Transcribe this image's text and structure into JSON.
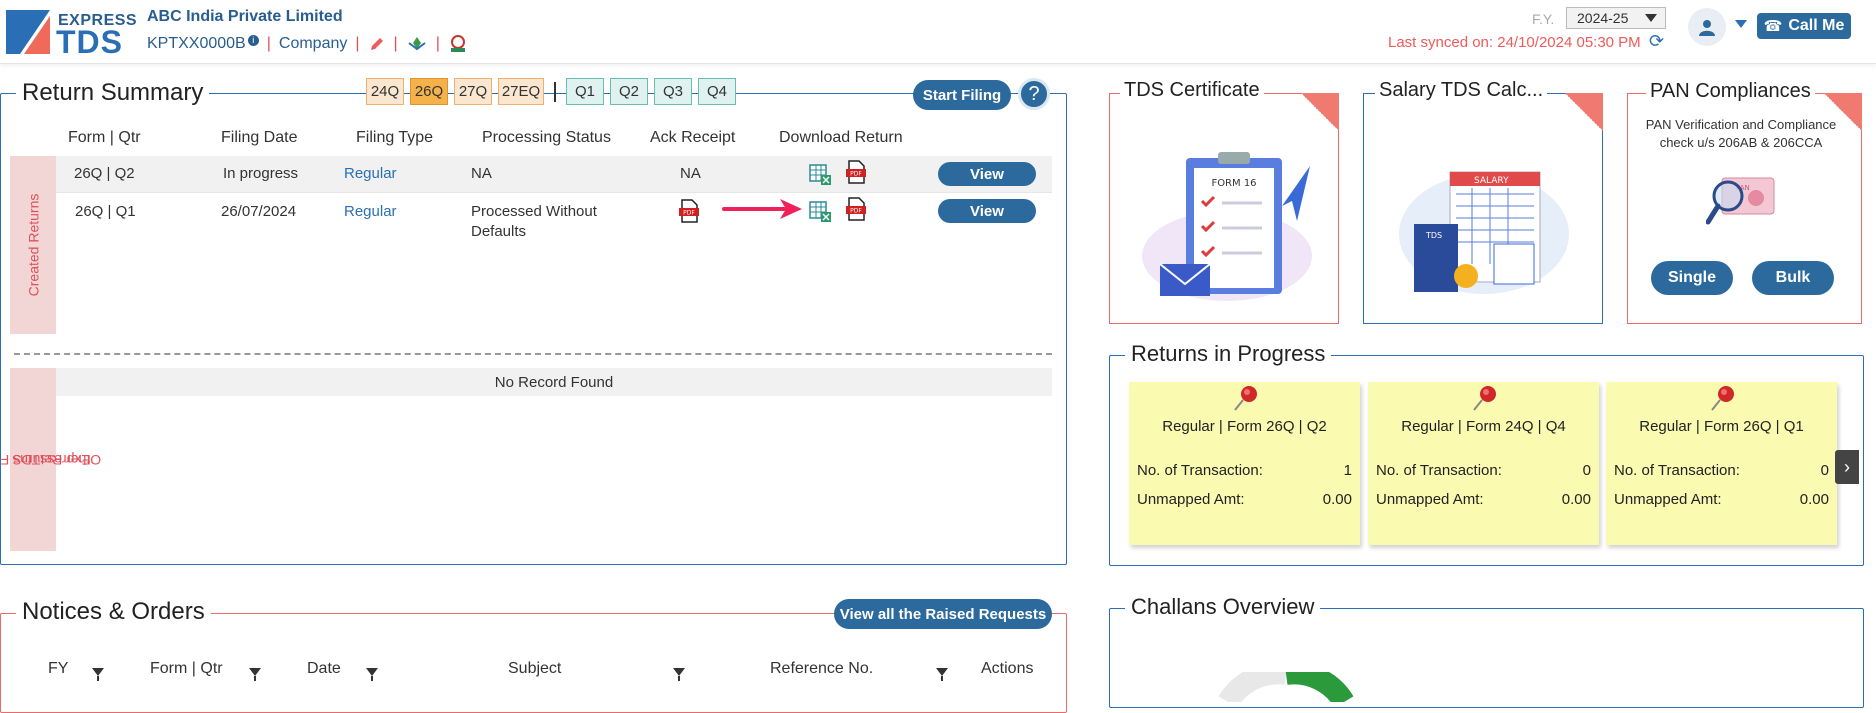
{
  "header": {
    "brand_top": "EXPRESS",
    "brand_bottom": "TDS",
    "company_name": "ABC India Private Limited",
    "tan": "KPTXX0000B",
    "tan_info": "i",
    "entity_type": "Company",
    "sep": "|",
    "fy_label": "F.Y.",
    "fy_value": "2024-25",
    "last_synced": "Last synced on: 24/10/2024 05:30 PM",
    "call_me": "Call Me"
  },
  "return_summary": {
    "title": "Return Summary",
    "form_tabs": [
      "24Q",
      "26Q",
      "27Q",
      "27EQ"
    ],
    "active_form": "26Q",
    "quarter_tabs": [
      "Q1",
      "Q2",
      "Q3",
      "Q4"
    ],
    "start_filing": "Start Filing",
    "help": "?",
    "columns": [
      "Form | Qtr",
      "Filing Date",
      "Filing Type",
      "Processing Status",
      "Ack Receipt",
      "Download Return"
    ],
    "created_label": "Created Returns",
    "rows": [
      {
        "form_qtr": "26Q | Q2",
        "filing_date": "In progress",
        "filing_type": "Regular",
        "status": "NA",
        "ack": "NA",
        "view": "View"
      },
      {
        "form_qtr": "26Q | Q1",
        "filing_date": "26/07/2024",
        "filing_type": "Regular",
        "status_line1": "Processed Without",
        "status_line2": "Defaults",
        "view": "View"
      }
    ],
    "other_label_line1": "Other Returns Filed outside",
    "other_label_line2": "ExpressTDS",
    "no_record": "No Record Found"
  },
  "cards": {
    "tds_certificate": {
      "title": "TDS Certificate",
      "form_label": "FORM 16"
    },
    "salary_tds": {
      "title": "Salary TDS Calc...",
      "salary_label": "SALARY",
      "tds_label": "TDS"
    },
    "pan": {
      "title": "PAN Compliances",
      "desc": "PAN Verification and Compliance check u/s 206AB & 206CCA",
      "single": "Single",
      "bulk": "Bulk",
      "pan_label": "PAN"
    }
  },
  "returns_in_progress": {
    "title": "Returns in Progress",
    "txn_label": "No. of Transaction:",
    "amt_label": "Unmapped Amt:",
    "notes": [
      {
        "title": "Regular | Form 26Q | Q2",
        "txn": "1",
        "amt": "0.00"
      },
      {
        "title": "Regular | Form 24Q | Q4",
        "txn": "0",
        "amt": "0.00"
      },
      {
        "title": "Regular | Form 26Q | Q1",
        "txn": "0",
        "amt": "0.00"
      }
    ]
  },
  "notices": {
    "title": "Notices & Orders",
    "view_raised": "View all the Raised Requests",
    "columns": [
      "FY",
      "Form | Qtr",
      "Date",
      "Subject",
      "Reference No.",
      "Actions"
    ]
  },
  "challans": {
    "title": "Challans Overview"
  },
  "colors": {
    "primary": "#2c6a9e",
    "accent_red": "#ef5a5a",
    "note_yellow": "#fafab0",
    "active_tab": "#f5b14a"
  }
}
